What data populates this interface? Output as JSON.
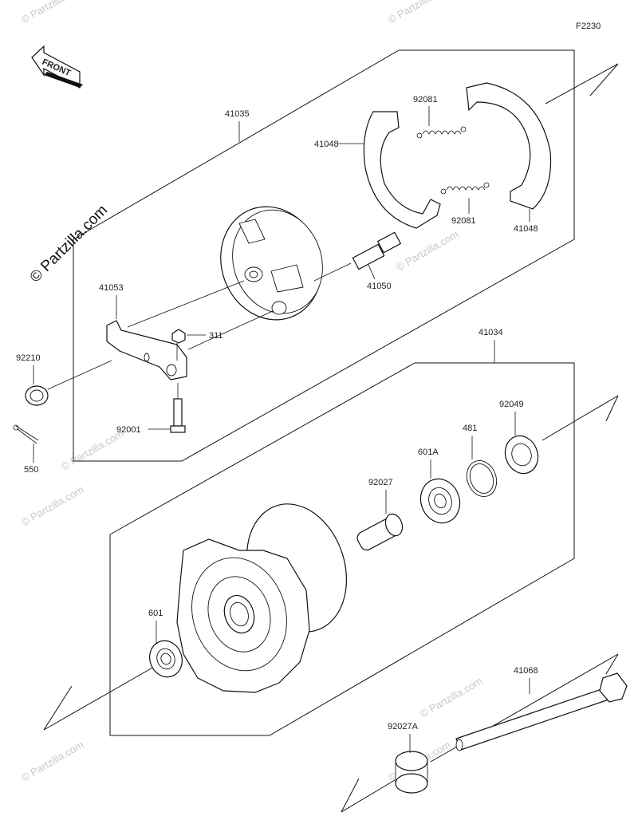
{
  "figure": {
    "code": "F2230",
    "front_label": "FRONT",
    "watermark_main": "© Partzilla.com",
    "watermark_faint": "© Partzilla.com"
  },
  "parts": {
    "p41035": "41035",
    "p41048_a": "41048",
    "p41048_b": "41048",
    "p92081_a": "92081",
    "p92081_b": "92081",
    "p41050": "41050",
    "p41053": "41053",
    "p311": "311",
    "p92210": "92210",
    "p92001": "92001",
    "p550": "550",
    "p41034": "41034",
    "p92049": "92049",
    "p481": "481",
    "p601A": "601A",
    "p92027": "92027",
    "p601": "601",
    "p41068": "41068",
    "p92027A": "92027A"
  }
}
